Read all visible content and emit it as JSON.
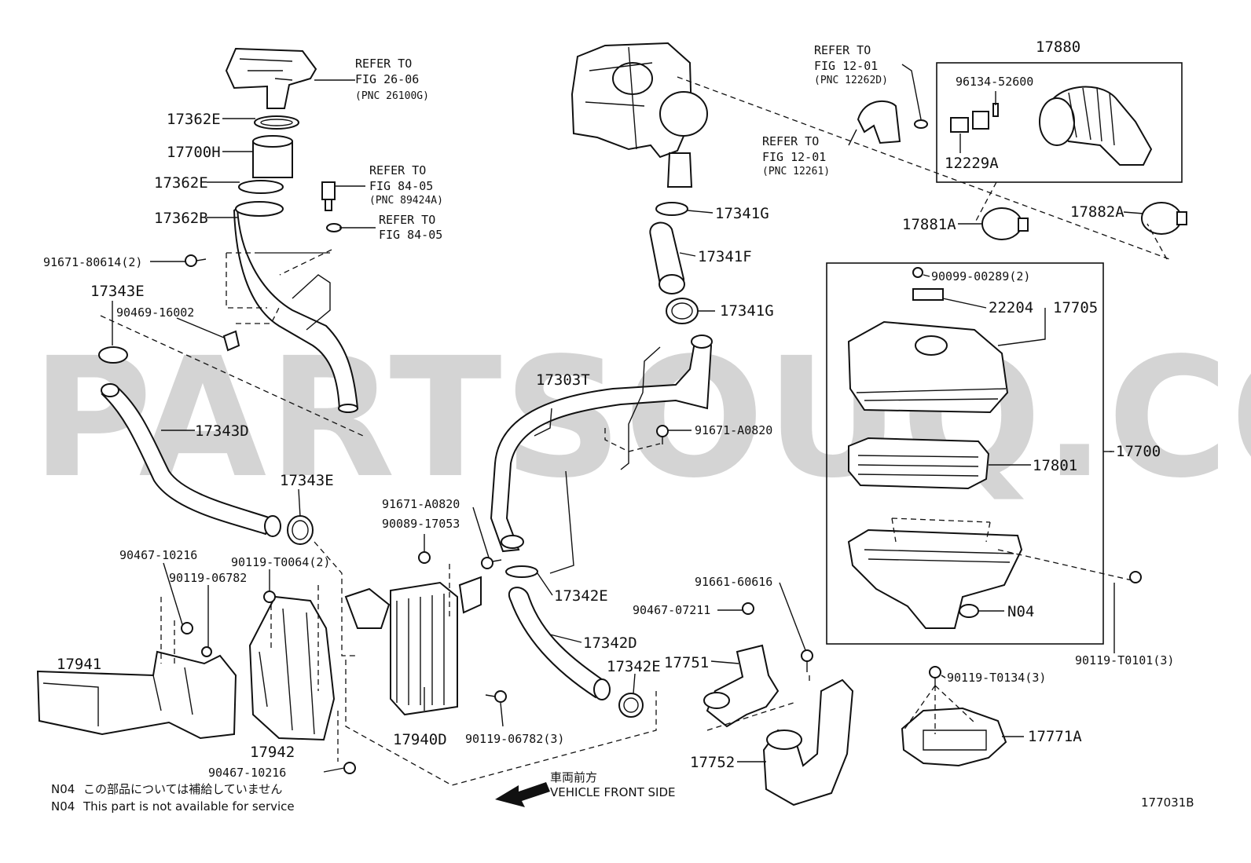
{
  "watermark": "PARTSOUQ.COM",
  "figure_code": "177031B",
  "direction": {
    "jp": "車両前方",
    "en": "VEHICLE FRONT SIDE"
  },
  "notes": [
    {
      "code": "N04",
      "text": "この部品については補給していません"
    },
    {
      "code": "N04",
      "text": "This part is not available for service"
    }
  ],
  "labels": {
    "p17880": "17880",
    "p17362E_a": "17362E",
    "p17700H": "17700H",
    "p17362E_b": "17362E",
    "p17362B": "17362B",
    "p91671_80614": "91671-80614(2)",
    "p17343E_a": "17343E",
    "p90469_16002": "90469-16002",
    "p17343D": "17343D",
    "p17343E_b": "17343E",
    "p91671_A0820_a": "91671-A0820",
    "p90089_17053": "90089-17053",
    "p90467_10216_a": "90467-10216",
    "p90119_T0064": "90119-T0064(2)",
    "p90119_06782": "90119-06782",
    "p17941": "17941",
    "p17942": "17942",
    "p90467_10216_b": "90467-10216",
    "p17940D": "17940D",
    "p90119_06782_3": "90119-06782(3)",
    "p17342E_a": "17342E",
    "p17342D": "17342D",
    "p17342E_b": "17342E",
    "p17303T": "17303T",
    "p91671_A0820_b": "91671-A0820",
    "p17341G_a": "17341G",
    "p17341F": "17341F",
    "p17341G_b": "17341G",
    "p96134_52600": "96134-52600",
    "p12229A": "12229A",
    "p17881A": "17881A",
    "p17882A": "17882A",
    "p90099_00289": "90099-00289(2)",
    "p22204": "22204",
    "p17705": "17705",
    "p17801": "17801",
    "p17700": "17700",
    "pN04": "N04",
    "p90119_T0101": "90119-T0101(3)",
    "p91661_60616": "91661-60616",
    "p90467_07211": "90467-07211",
    "p17751": "17751",
    "p17752": "17752",
    "p90119_T0134": "90119-T0134(3)",
    "p17771A": "17771A"
  },
  "refs": {
    "r1": {
      "refer": "REFER TO",
      "fig": "FIG 26-06",
      "pnc": "(PNC 26100G)"
    },
    "r2": {
      "refer": "REFER TO",
      "fig": "FIG 84-05",
      "pnc": "(PNC 89424A)"
    },
    "r3": {
      "refer": "REFER TO",
      "fig": "FIG 84-05"
    },
    "r4": {
      "refer": "REFER TO",
      "fig": "FIG 12-01",
      "pnc": "(PNC 12262D)"
    },
    "r5": {
      "refer": "REFER TO",
      "fig": "FIG 12-01",
      "pnc": "(PNC 12261)"
    }
  }
}
